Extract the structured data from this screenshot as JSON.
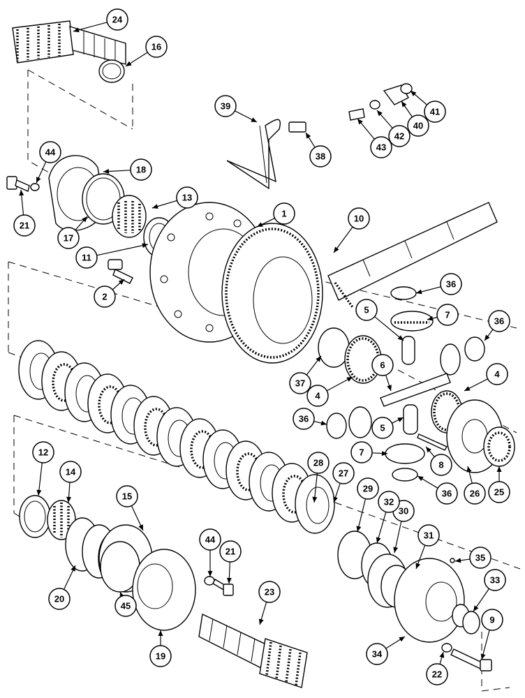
{
  "callouts": [
    {
      "label": "1"
    },
    {
      "label": "2"
    },
    {
      "label": "4"
    },
    {
      "label": "4"
    },
    {
      "label": "5"
    },
    {
      "label": "5"
    },
    {
      "label": "6"
    },
    {
      "label": "7"
    },
    {
      "label": "7"
    },
    {
      "label": "8"
    },
    {
      "label": "9"
    },
    {
      "label": "10"
    },
    {
      "label": "11"
    },
    {
      "label": "12"
    },
    {
      "label": "13"
    },
    {
      "label": "14"
    },
    {
      "label": "15"
    },
    {
      "label": "16"
    },
    {
      "label": "17"
    },
    {
      "label": "18"
    },
    {
      "label": "19"
    },
    {
      "label": "20"
    },
    {
      "label": "21"
    },
    {
      "label": "21"
    },
    {
      "label": "22"
    },
    {
      "label": "23"
    },
    {
      "label": "24"
    },
    {
      "label": "25"
    },
    {
      "label": "26"
    },
    {
      "label": "27"
    },
    {
      "label": "28"
    },
    {
      "label": "29"
    },
    {
      "label": "30"
    },
    {
      "label": "31"
    },
    {
      "label": "32"
    },
    {
      "label": "33"
    },
    {
      "label": "34"
    },
    {
      "label": "35"
    },
    {
      "label": "36"
    },
    {
      "label": "36"
    },
    {
      "label": "36"
    },
    {
      "label": "36"
    },
    {
      "label": "37"
    },
    {
      "label": "38"
    },
    {
      "label": "39"
    },
    {
      "label": "40"
    },
    {
      "label": "41"
    },
    {
      "label": "42"
    },
    {
      "label": "43"
    },
    {
      "label": "44"
    },
    {
      "label": "44"
    },
    {
      "label": "45"
    }
  ]
}
